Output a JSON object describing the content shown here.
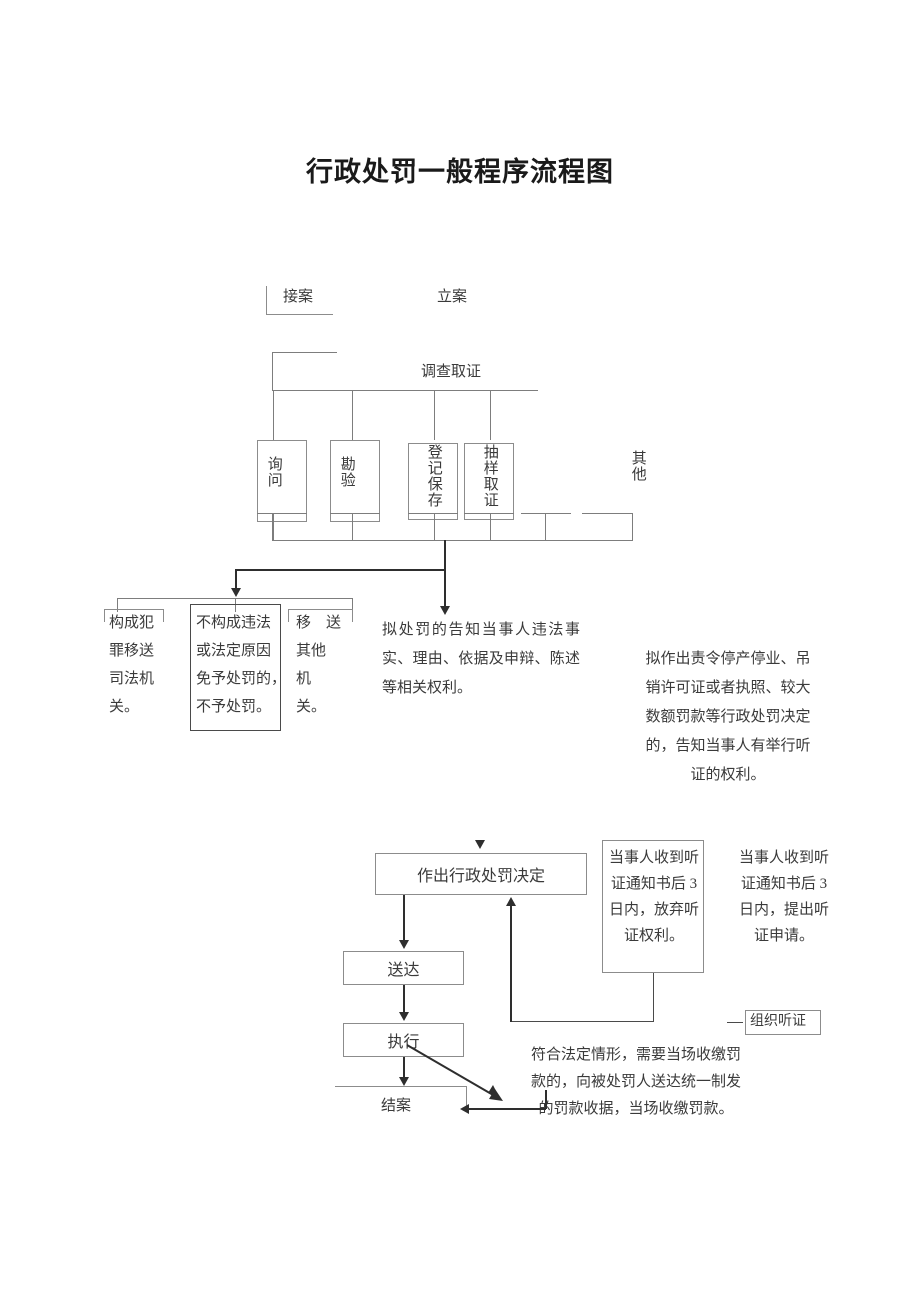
{
  "document": {
    "title": "行政处罚一般程序流程图"
  },
  "stage1": {
    "receive_case": "接案",
    "file_case": "立案",
    "investigation": "调查取证"
  },
  "evidence_methods": [
    {
      "label": "询问"
    },
    {
      "label": "勘验"
    },
    {
      "label": "登记保存"
    },
    {
      "label": "抽样取证"
    },
    {
      "label": "其他"
    }
  ],
  "outcomes": [
    {
      "label": "构成犯\n罪移送\n司法机\n关。"
    },
    {
      "label": "不构成违法\n或法定原因\n免予处罚的，\n不予处罚。"
    },
    {
      "label": "移　送\n其他\n机\n关。"
    }
  ],
  "notices": {
    "general": "拟处罚的告知当事人违法事实、理由、依据及申辩、陈述等相关权利。",
    "hearing": "拟作出责令停产停业、吊销许可证或者执照、较大数额罚款等行政处罚决定的，告知当事人有举行听证的权利。"
  },
  "stage2": {
    "decision": "作出行政处罚决定",
    "serve": "送达",
    "execute": "执行",
    "close_case": "结案"
  },
  "hearing": {
    "waive_box": "当事人收到听证通知书后 3 日内，放弃听证权利。",
    "apply_text": "当事人收到听证通知书后 3 日内，提出听证申请。",
    "organize": "组织听证"
  },
  "onsite": {
    "note": "符合法定情形，需要当场收缴罚款的，向被处罚人送达统一制发的罚款收据，当场收缴罚款。"
  },
  "colors": {
    "line": "#4a4a4a",
    "line_light": "#8c8c8c",
    "text": "#3a3a3a",
    "title": "#1a1a1a"
  }
}
